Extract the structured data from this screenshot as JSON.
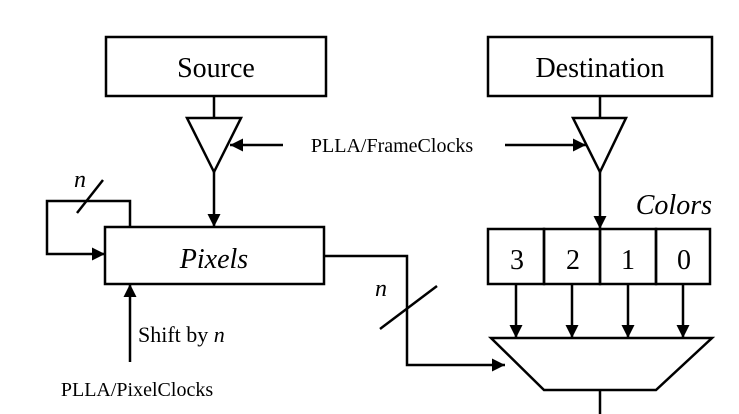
{
  "blocks": {
    "source": "Source",
    "destination": "Destination",
    "pixels": "Pixels"
  },
  "labels": {
    "frame_clocks": "PLLA/FrameClocks",
    "pixel_clocks": "PLLA/PixelClocks",
    "shift_prefix": "Shift by ",
    "shift_var": "n",
    "bus_width_feedback": "n",
    "bus_width_output": "n",
    "colors": "Colors"
  },
  "color_cells": [
    "3",
    "2",
    "1",
    "0"
  ]
}
